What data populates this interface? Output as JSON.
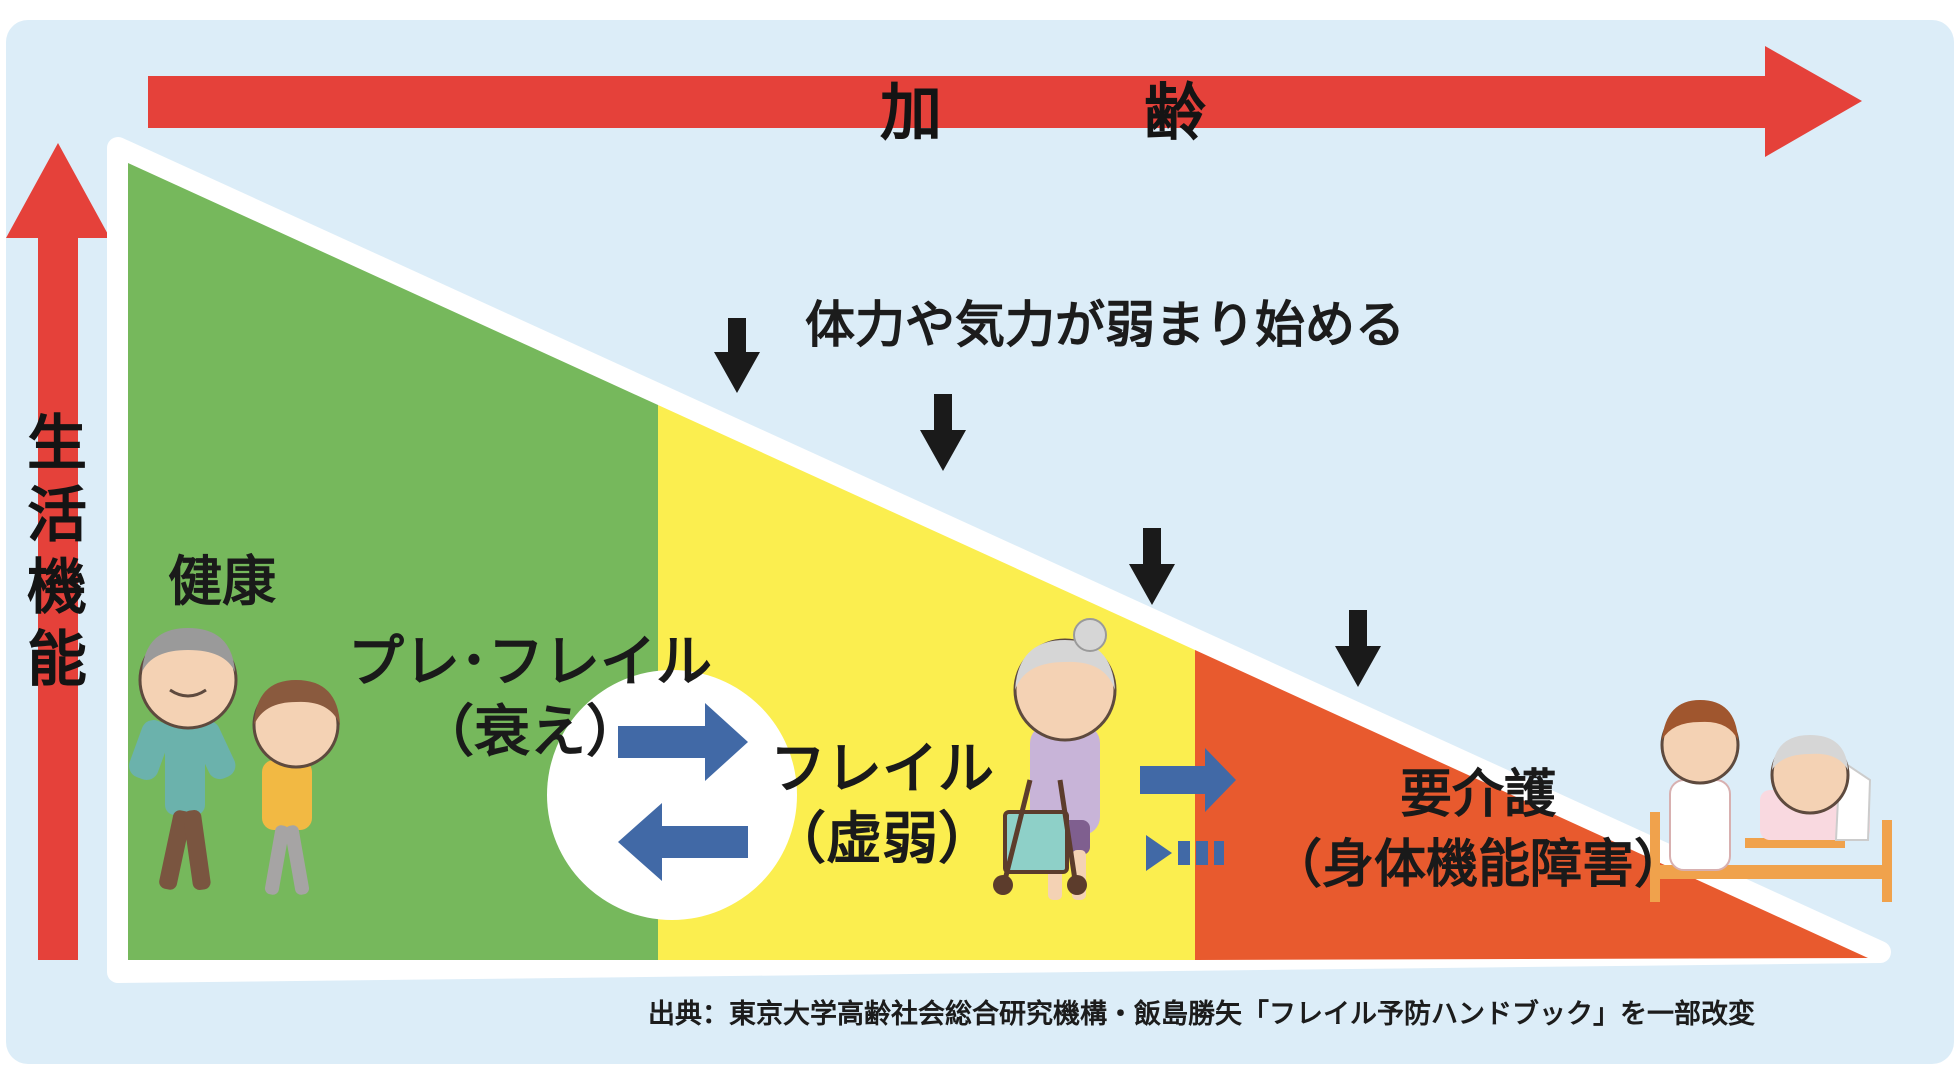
{
  "colors": {
    "background": "#dcedf8",
    "arrow_red": "#e5413a",
    "healthy_green": "#76b85c",
    "frail_yellow": "#fbee4f",
    "care_orange": "#e85a2e",
    "exchange_blue": "#4169a6",
    "text_dark": "#1a1a1a"
  },
  "axes": {
    "horizontal_label": "加　齢",
    "vertical_label": "生活機能"
  },
  "annotation": {
    "decline_text": "体力や気力が弱まり始める"
  },
  "stages": [
    {
      "id": "healthy",
      "title": "健康",
      "subtitle": ""
    },
    {
      "id": "pre-frail",
      "title": "プレ･フレイル",
      "subtitle": "（衰え）"
    },
    {
      "id": "frail",
      "title": "フレイル",
      "subtitle": "（虚弱）"
    },
    {
      "id": "care-needed",
      "title": "要介護",
      "subtitle": "（身体機能障害）"
    }
  ],
  "illustrations": [
    {
      "id": "walking-couple",
      "icon": "elderly-couple-walking"
    },
    {
      "id": "woman-with-walker",
      "icon": "elderly-woman-walker"
    },
    {
      "id": "caregiver-and-patient",
      "icon": "caregiver-bedside"
    }
  ],
  "source": "出典：東京大学高齢社会総合研究機構・飯島勝矢「フレイル予防ハンドブック」を一部改変"
}
